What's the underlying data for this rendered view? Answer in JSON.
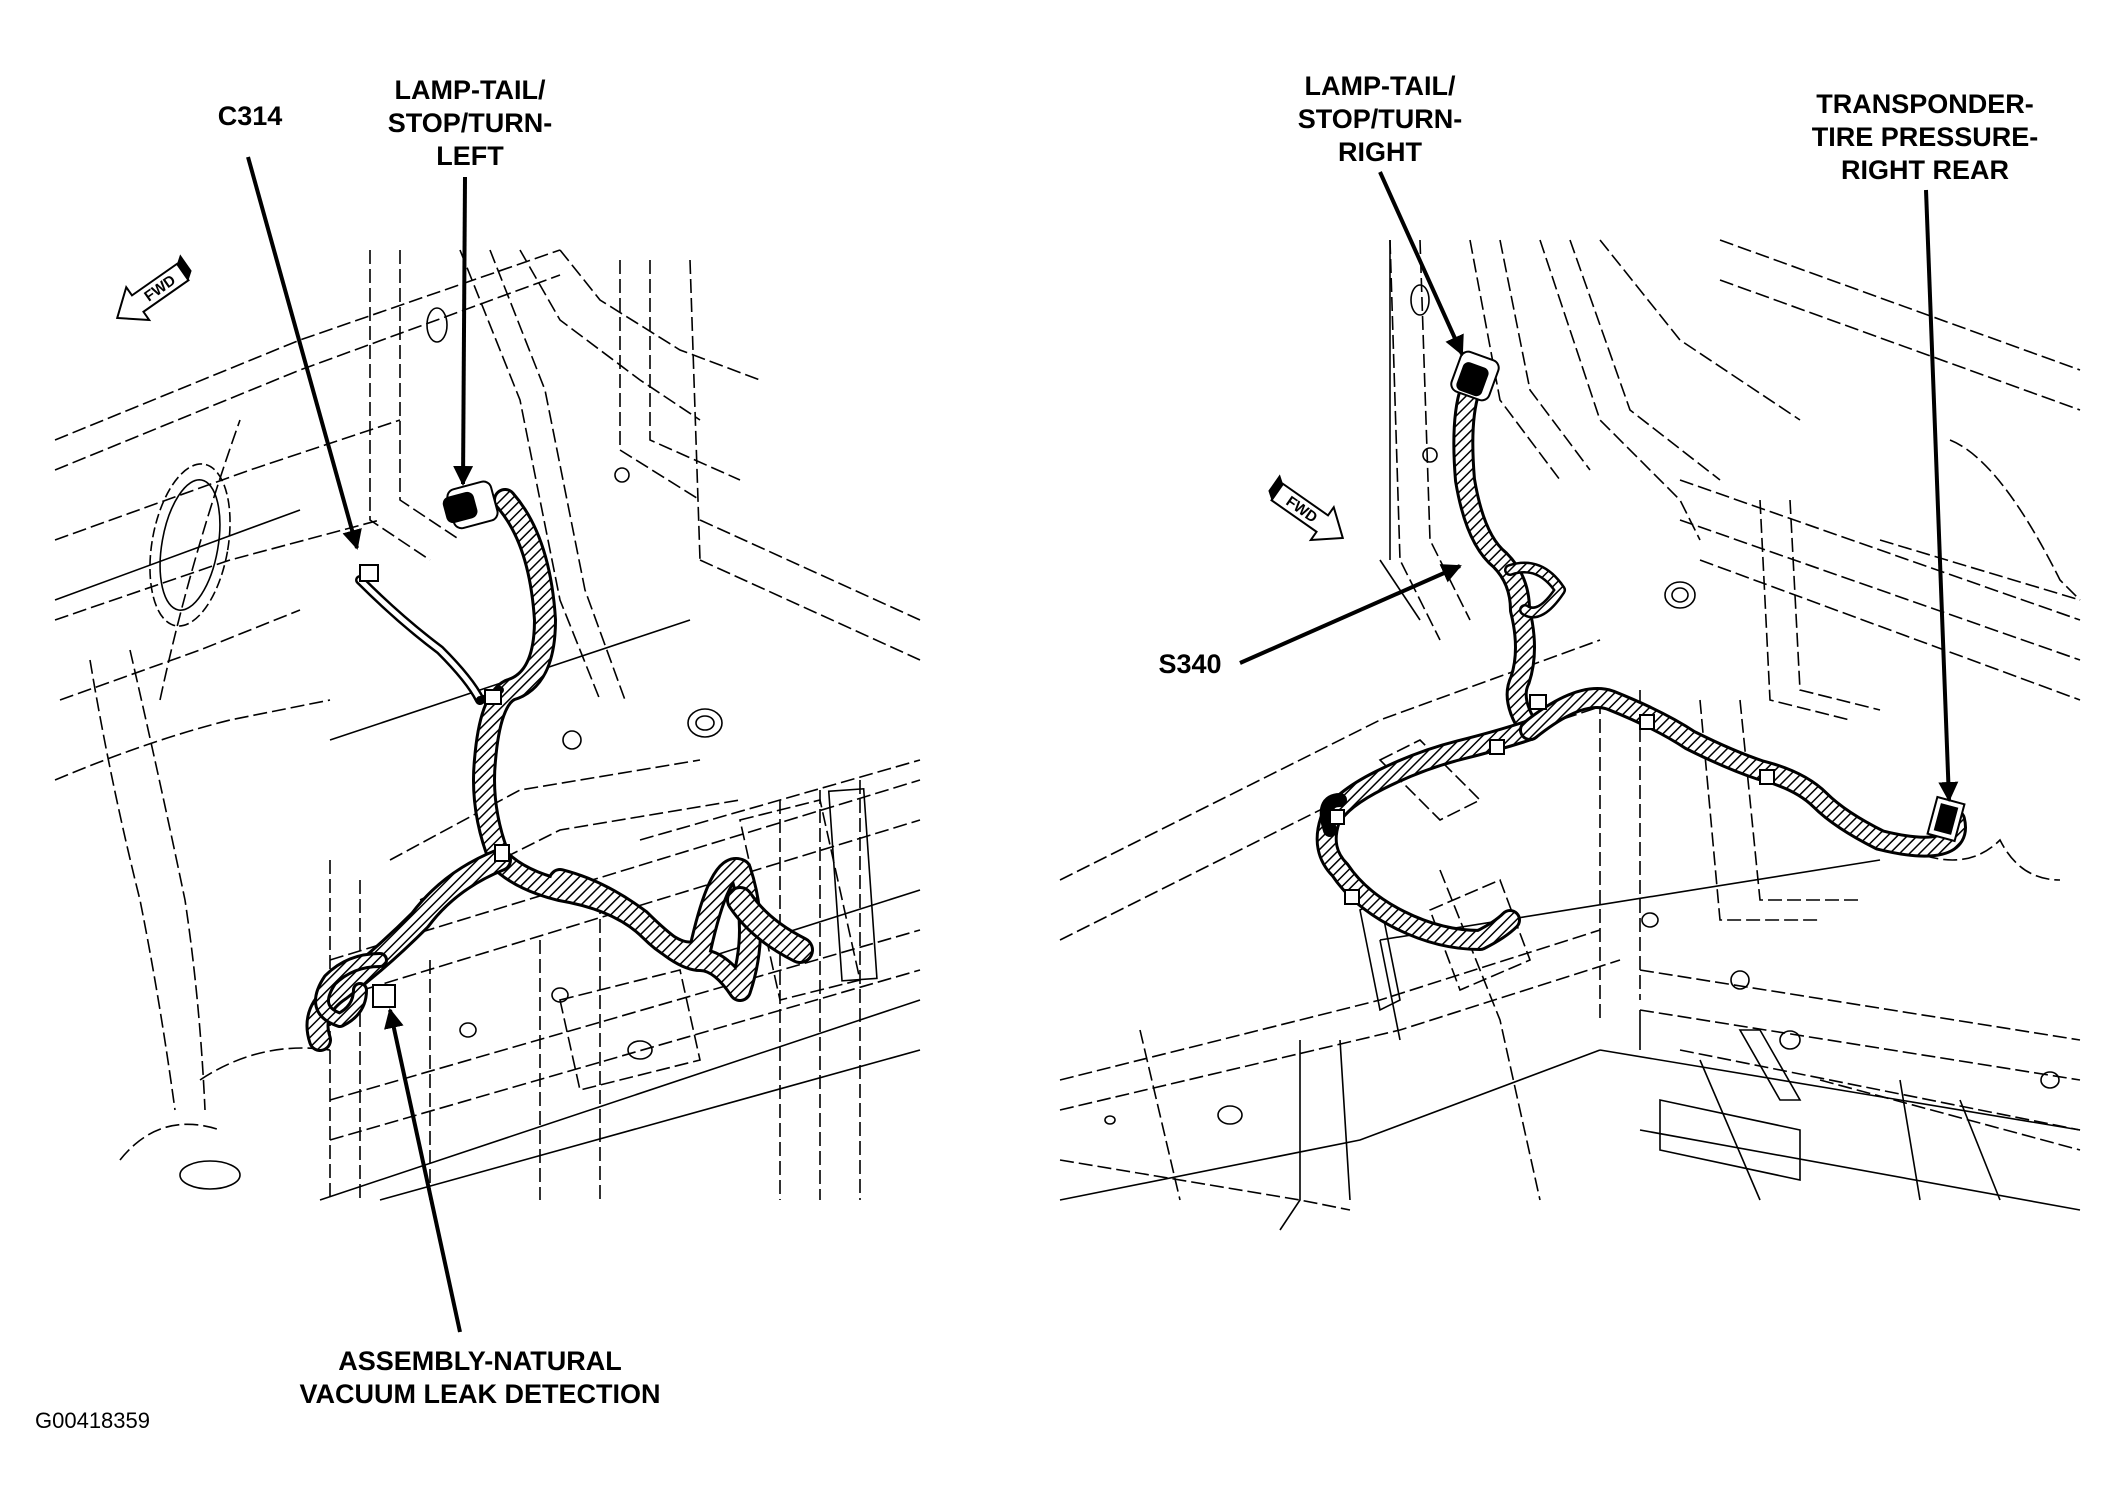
{
  "labels": {
    "c314": "C314",
    "lamp_left": "LAMP-TAIL/\nSTOP/TURN-\nLEFT",
    "lamp_right": "LAMP-TAIL/\nSTOP/TURN-\nRIGHT",
    "transponder": "TRANSPONDER-\nTIRE PRESSURE-\nRIGHT REAR",
    "s340": "S340",
    "assembly": "ASSEMBLY-NATURAL\nVACUUM LEAK DETECTION"
  },
  "fwd_label": "FWD",
  "figure_id": "G00418359"
}
